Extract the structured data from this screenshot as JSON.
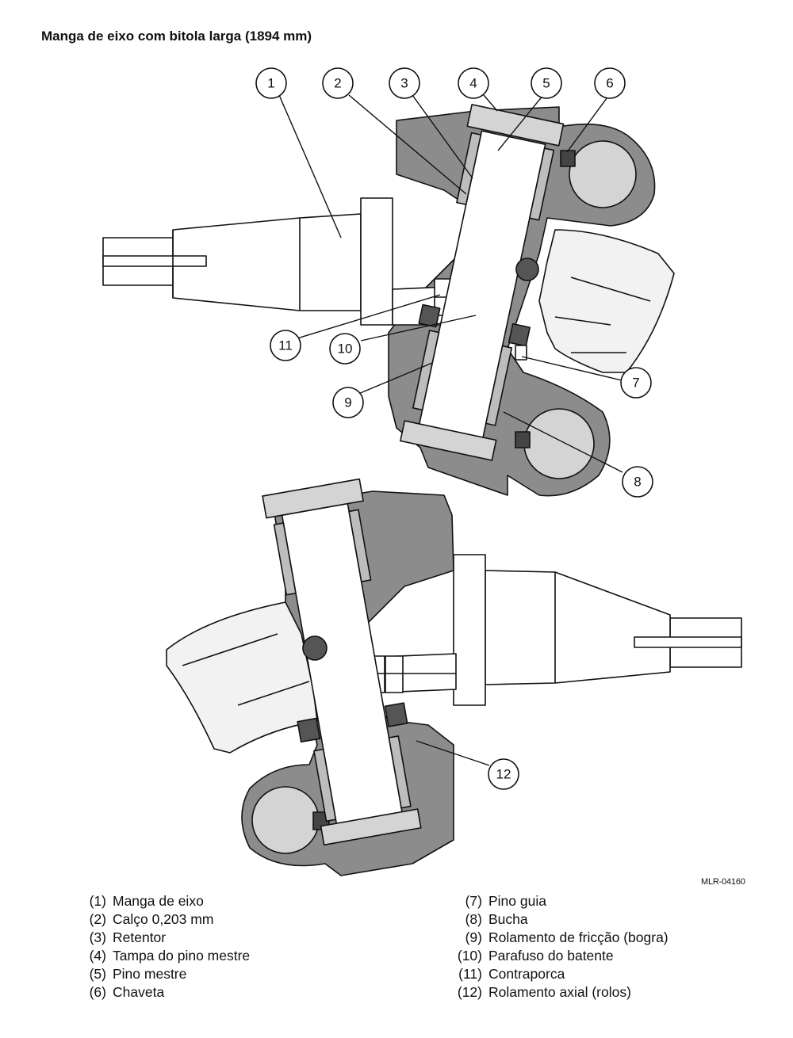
{
  "title": "Manga de eixo com bitola larga (1894 mm)",
  "figure_code": "MLR-04160",
  "callouts": [
    "1",
    "2",
    "3",
    "4",
    "5",
    "6",
    "7",
    "8",
    "9",
    "10",
    "11",
    "12"
  ],
  "legend": [
    {
      "num": "(1)",
      "text": "Manga de eixo"
    },
    {
      "num": "(2)",
      "text": "Calço 0,203 mm"
    },
    {
      "num": "(3)",
      "text": "Retentor"
    },
    {
      "num": "(4)",
      "text": "Tampa do pino mestre"
    },
    {
      "num": "(5)",
      "text": "Pino mestre"
    },
    {
      "num": "(6)",
      "text": "Chaveta"
    },
    {
      "num": "(7)",
      "text": "Pino guia"
    },
    {
      "num": "(8)",
      "text": "Bucha"
    },
    {
      "num": "(9)",
      "text": "Rolamento de fricção (bogra)"
    },
    {
      "num": "(10)",
      "text": "Parafuso do batente"
    },
    {
      "num": "(11)",
      "text": "Contraporca"
    },
    {
      "num": "(12)",
      "text": "Rolamento axial (rolos)"
    }
  ],
  "colors": {
    "dark_gray": "#8c8c8c",
    "light_gray": "#d4d4d4",
    "line": "#111111",
    "white": "#ffffff"
  }
}
